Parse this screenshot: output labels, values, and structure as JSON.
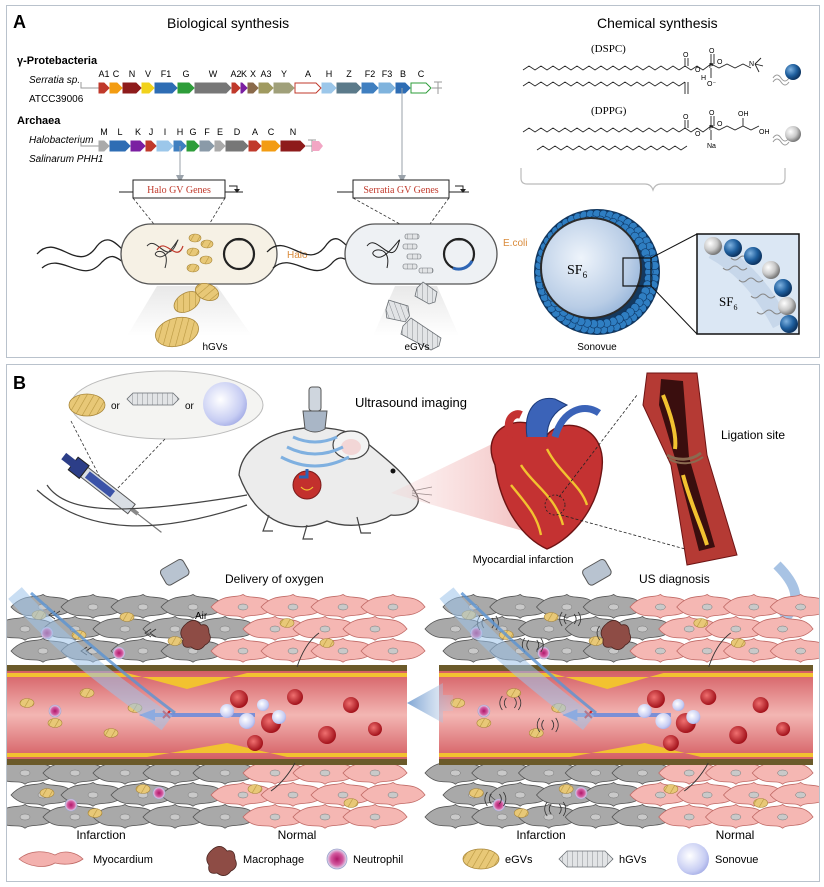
{
  "panel_a": {
    "letter": "A",
    "biological_title": "Biological synthesis",
    "chemical_title": "Chemical synthesis",
    "proteo_label": "γ-Protebacteria",
    "proteo_species": "Serratia sp.",
    "proteo_strain": "ATCC39006",
    "archaea_label": "Archaea",
    "archaea_species": "Halobacterium",
    "archaea_strain": "Salinarum PHH1",
    "serratia_genes": [
      "A1",
      "C",
      "N",
      "V",
      "F1",
      "G",
      "W",
      "A2",
      "K",
      "X",
      "A3",
      "Y",
      "A",
      "H",
      "Z",
      "F2",
      "F3",
      "B",
      "C"
    ],
    "halo_genes": [
      "M",
      "L",
      "K",
      "J",
      "I",
      "H",
      "G",
      "F",
      "E",
      "D",
      "A",
      "C",
      "N"
    ],
    "halo_gv_genes": "Halo GV Genes",
    "serratia_gv_genes": "Serratia GV Genes",
    "halo_cell_label": "Halo",
    "ecoli_label": "E.coli",
    "hgvs_label": "hGVs",
    "egvs_label": "eGVs",
    "dspc_label": "(DSPC)",
    "dppg_label": "(DPPG)",
    "sf6_label": "SF",
    "sf6_sub": "6",
    "sonovue_label": "Sonovue",
    "atom_labels": {
      "o": "O",
      "p": "P",
      "h": "H",
      "n": "N",
      "na": "Na",
      "oh": "OH",
      "ominus": "O⁻"
    }
  },
  "panel_b": {
    "letter": "B",
    "or1": "or",
    "or2": "or",
    "ultrasound_imaging": "Ultrasound imaging",
    "ligation_site": "Ligation site",
    "myocardial_infarction": "Myocardial infarction",
    "delivery_oxygen": "Delivery of oxygen",
    "us_diagnosis": "US diagnosis",
    "air": "Air",
    "infarction_left": "Infarction",
    "normal_left": "Normal",
    "infarction_right": "Infarction",
    "normal_right": "Normal"
  },
  "legend": {
    "myocardium": "Myocardium",
    "macrophage": "Macrophage",
    "neutrophil": "Neutrophil",
    "egvs": "eGVs",
    "hgvs": "hGVs",
    "sonovue": "Sonovue"
  },
  "colors": {
    "panel_border": "#b9c2cc",
    "heading_orange": "#d98a3a",
    "sonovue_blue": "#1f5f9e",
    "vessel_red": "#c8323a",
    "myocardium_pink": "#f3b1ae",
    "infarct_gray": "#9a9a9a",
    "gv_gold": "#e8c877"
  }
}
